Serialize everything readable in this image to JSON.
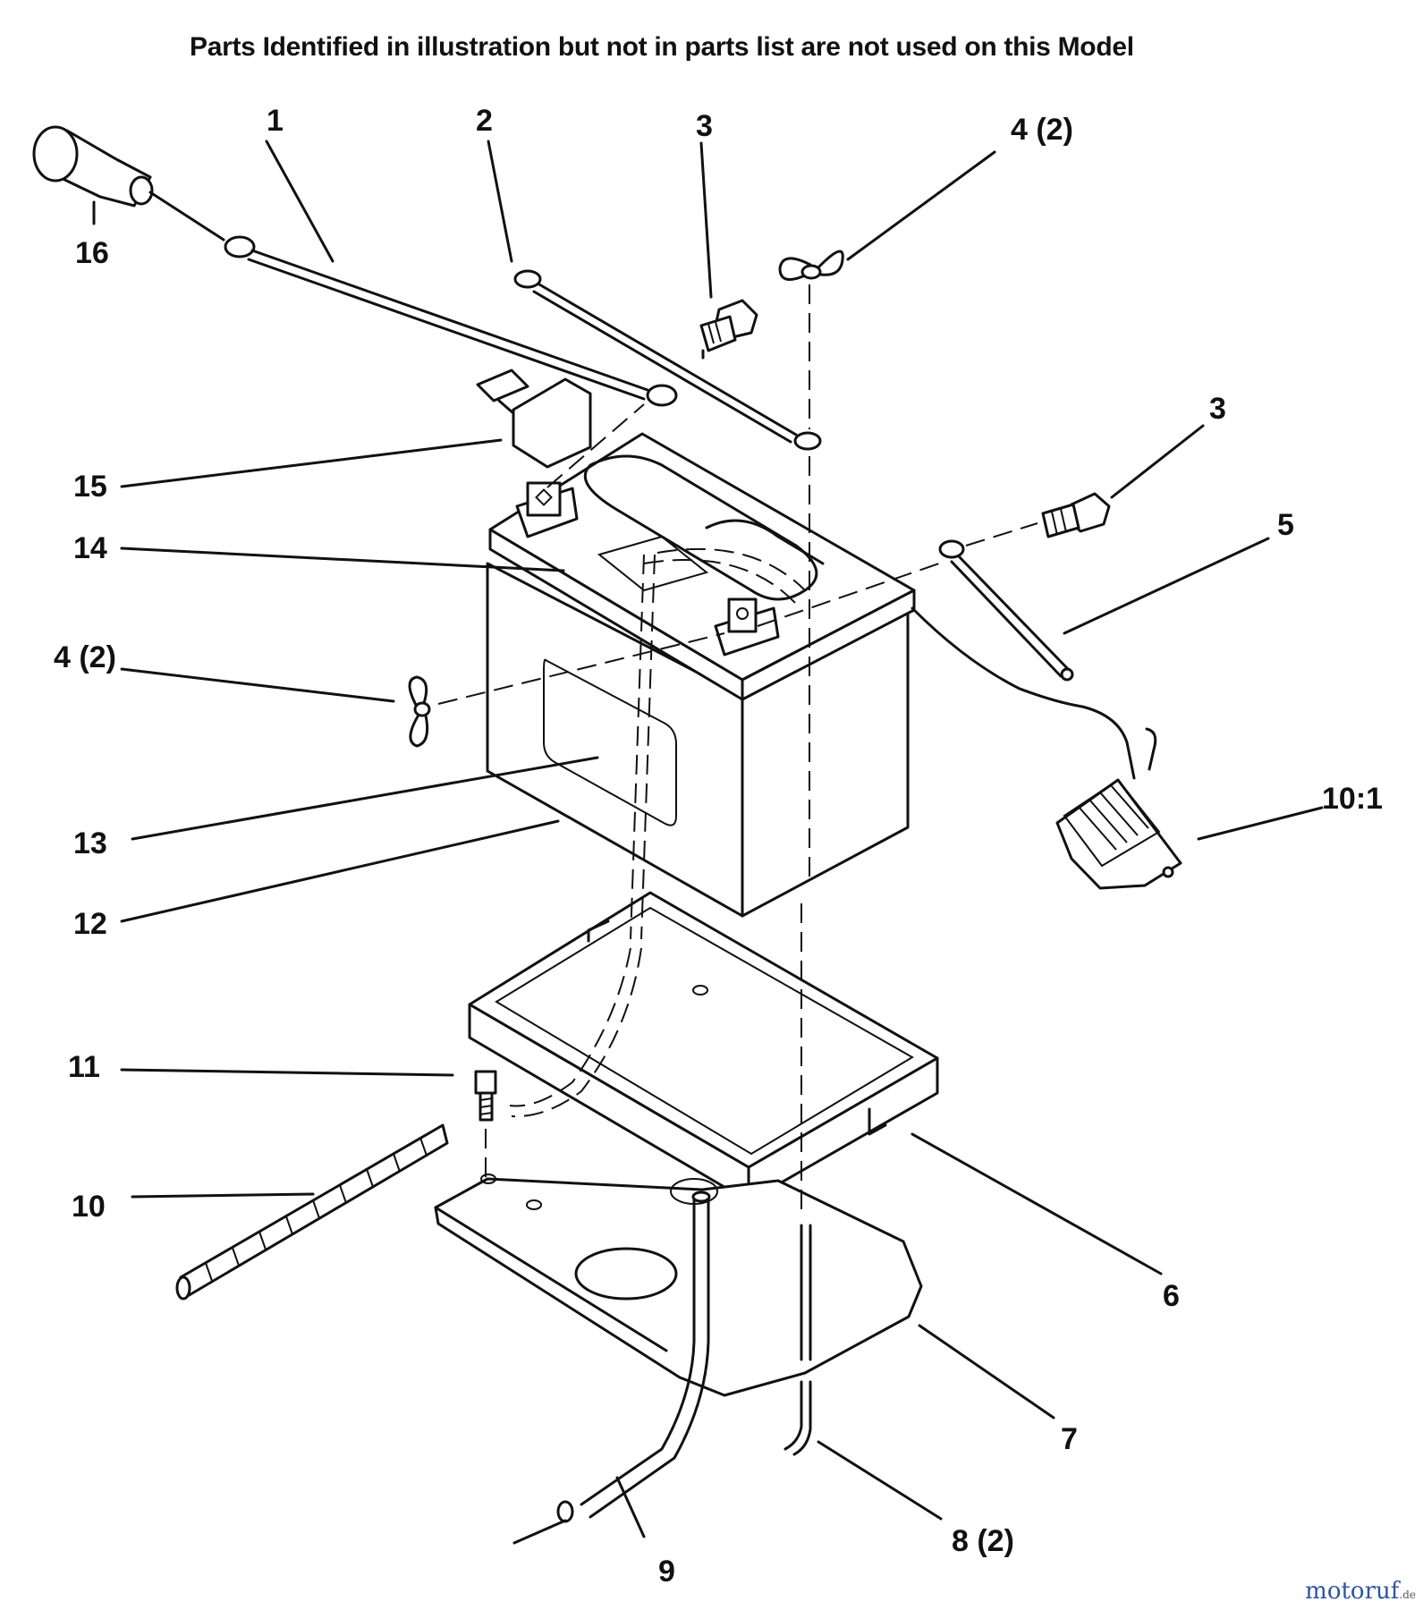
{
  "header": {
    "note": "Parts Identified  in illustration but not in parts list are not used on this Model"
  },
  "callouts": {
    "c1": "1",
    "c2": "2",
    "c3a": "3",
    "c3b": "3",
    "c4a": "4 (2)",
    "c4b": "4 (2)",
    "c5": "5",
    "c6": "6",
    "c7": "7",
    "c8": "8 (2)",
    "c9": "9",
    "c10": "10",
    "c10_1": "10:1",
    "c11": "11",
    "c12": "12",
    "c13": "13",
    "c14": "14",
    "c15": "15",
    "c16": "16"
  },
  "watermark": {
    "brand": "motoruf",
    "suffix": ".de"
  }
}
